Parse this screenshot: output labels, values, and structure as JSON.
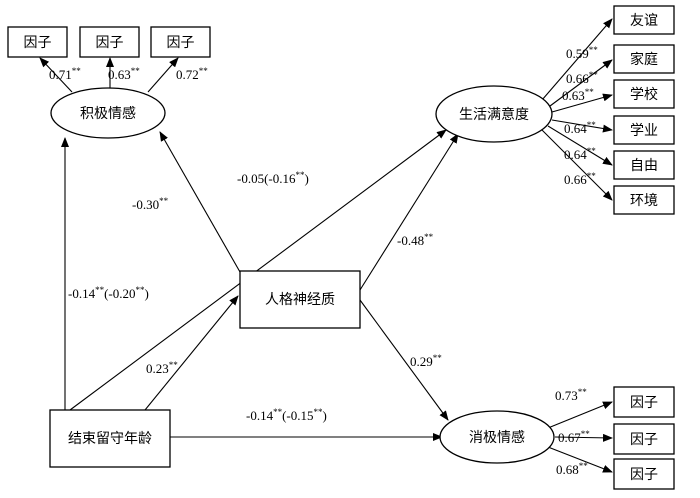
{
  "nodes": {
    "positive_affect": "积极情感",
    "life_satisfaction": "生活满意度",
    "neuroticism": "人格神经质",
    "negative_affect": "消极情感",
    "end_age": "结束留守年龄",
    "pos_factor_1": "因子",
    "pos_factor_2": "因子",
    "pos_factor_3": "因子",
    "neg_factor_1": "因子",
    "neg_factor_2": "因子",
    "neg_factor_3": "因子",
    "sat_friendship": "友谊",
    "sat_family": "家庭",
    "sat_school": "学校",
    "sat_study": "学业",
    "sat_freedom": "自由",
    "sat_environment": "环境"
  },
  "paths": {
    "age_to_positive": {
      "value": "-0.14",
      "sig": "**",
      "mid": "(-0.20",
      "mid_sig": "**",
      "tail": ")"
    },
    "age_to_satisfaction": {
      "value": "-0.05(-0.16",
      "sig": "**",
      "tail": ")"
    },
    "age_to_neuroticism": {
      "value": "0.23",
      "sig": "**"
    },
    "age_to_negative": {
      "value": "-0.14",
      "sig": "**",
      "mid": "(-0.15",
      "mid_sig": "**",
      "tail": ")"
    },
    "neuroticism_to_positive": {
      "value": "-0.30",
      "sig": "**"
    },
    "neuroticism_to_satisfaction": {
      "value": "-0.48",
      "sig": "**"
    },
    "neuroticism_to_negative": {
      "value": "0.29",
      "sig": "**"
    }
  },
  "loadings": {
    "positive": [
      {
        "value": "0.71",
        "sig": "**"
      },
      {
        "value": "0.63",
        "sig": "**"
      },
      {
        "value": "0.72",
        "sig": "**"
      }
    ],
    "satisfaction": [
      {
        "value": "0.59",
        "sig": "**"
      },
      {
        "value": "0.66",
        "sig": "**"
      },
      {
        "value": "0.63",
        "sig": "**"
      },
      {
        "value": "0.64",
        "sig": "**"
      },
      {
        "value": "0.64",
        "sig": "**"
      },
      {
        "value": "0.66",
        "sig": "**"
      }
    ],
    "negative": [
      {
        "value": "0.73",
        "sig": "**"
      },
      {
        "value": "0.67",
        "sig": "**"
      },
      {
        "value": "0.68",
        "sig": "**"
      }
    ]
  }
}
